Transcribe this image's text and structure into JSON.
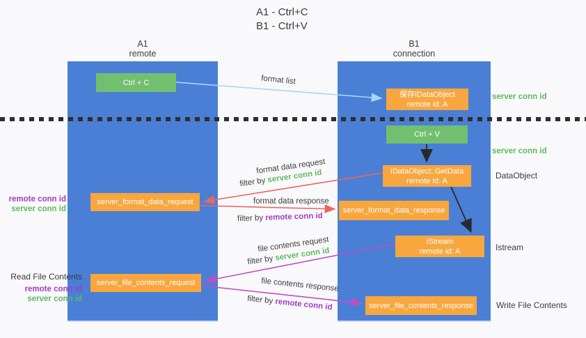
{
  "title": {
    "line1": "A1 - Ctrl+C",
    "line2": "B1 - Ctrl+V"
  },
  "columns": {
    "a": {
      "title": "A1",
      "subtitle": "remote"
    },
    "b": {
      "title": "B1",
      "subtitle": "connection"
    }
  },
  "nodes": {
    "ctrl_c": "Ctrl + C",
    "ctrl_v": "Ctrl + V",
    "save_obj_line1": "保存IDataObject",
    "save_obj_line2": "remote id: A",
    "getdata_line1": "IDataObject::GetData",
    "getdata_line2": "remote id: A",
    "istream_line1": "IStream",
    "istream_line2": "remote id: A",
    "format_request": "server_format_data_request",
    "format_response": "server_format_data_response",
    "file_request": "server_file_contents_request",
    "file_response": "server_file_contents_response"
  },
  "edge_labels": {
    "format_list": "format list",
    "format_data_request": "format data request",
    "format_data_response": "format data response",
    "file_contents_request": "file contents request",
    "file_contents_response": "file contents response",
    "filter_by": "filter by",
    "server_conn_id": "server conn id",
    "remote_conn_id": "remote conn id"
  },
  "side_labels": {
    "server_conn_id_top": "server conn id",
    "server_conn_id_mid": "server conn id",
    "dataobject": "DataObject",
    "istream": "Istream",
    "write_file_contents": "Write File Contents",
    "read_file_contents": "Read File Contents",
    "remote_conn_id": "remote conn id",
    "server_conn_id": "server conn id"
  },
  "colors": {
    "column_blue": "#4a7fd5",
    "node_green": "#72bf6f",
    "node_orange": "#f8a63e",
    "arrow_red": "#e8685f",
    "arrow_magenta": "#c14ec6",
    "arrow_lightblue": "#a9d6f5",
    "arrow_black": "#2a2a2a",
    "text_green": "#5eba5e",
    "text_purple": "#a43bc3"
  }
}
